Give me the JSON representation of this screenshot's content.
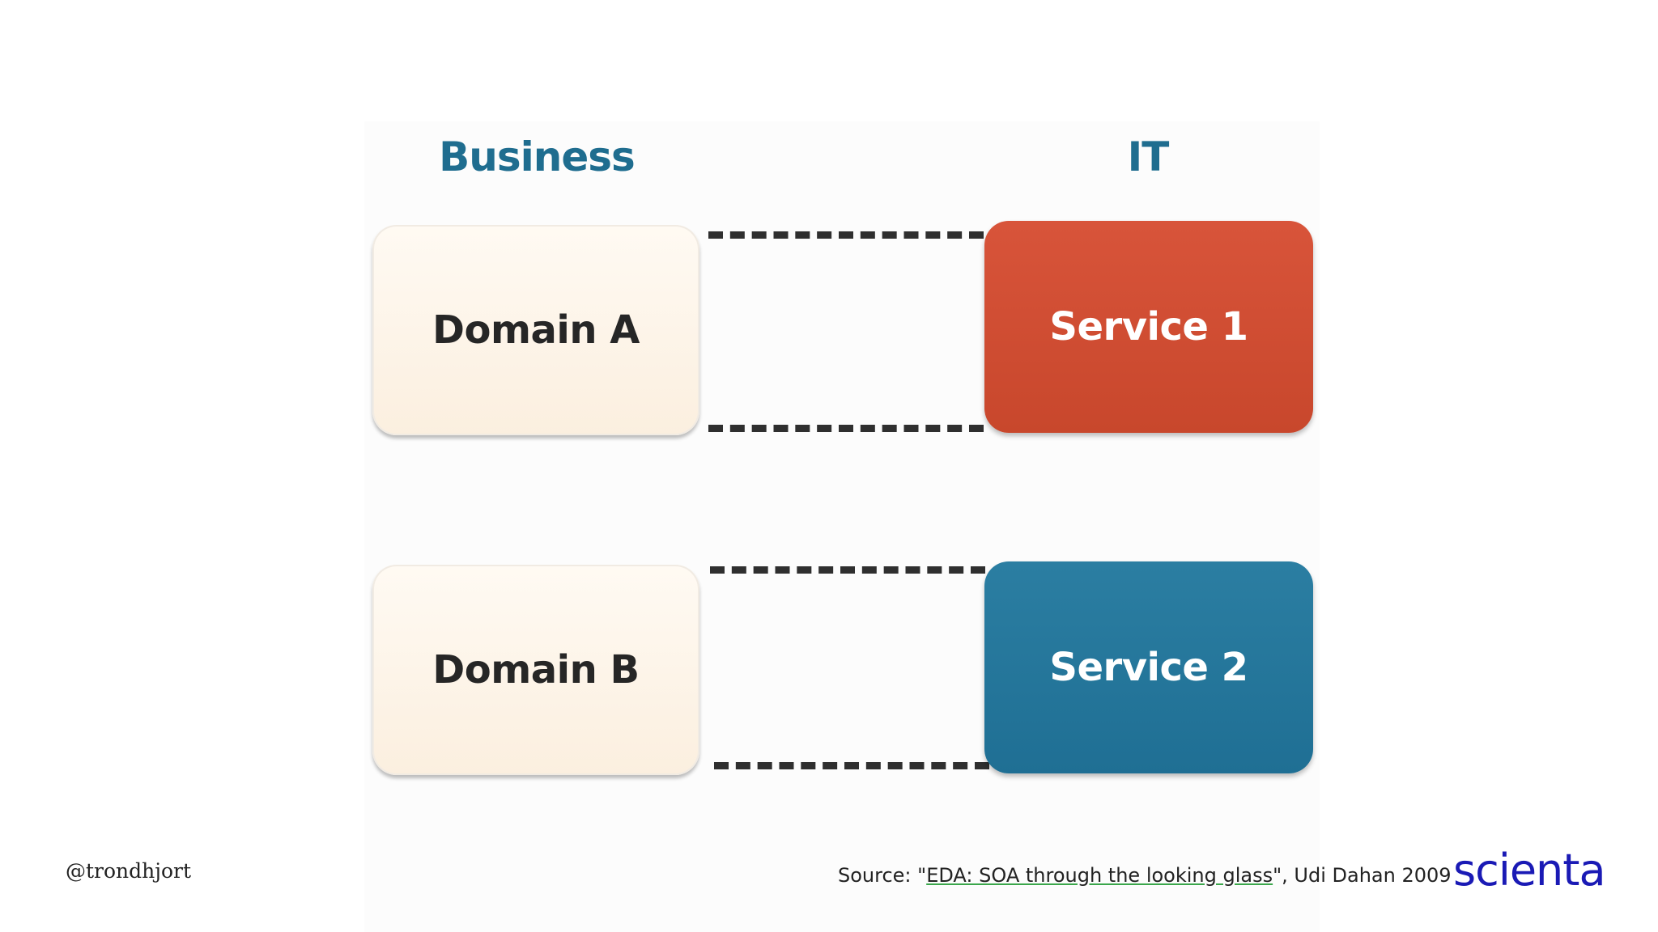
{
  "headings": {
    "business": "Business",
    "it": "IT"
  },
  "domains": [
    {
      "label": "Domain A"
    },
    {
      "label": "Domain B"
    }
  ],
  "services": [
    {
      "label": "Service 1",
      "color": "#cf4b2f"
    },
    {
      "label": "Service 2",
      "color": "#24759b"
    }
  ],
  "footer": {
    "handle": "@trondhjort",
    "source_prefix": "Source: \"",
    "source_link": "EDA: SOA through the looking glass",
    "source_suffix": "\", Udi Dahan 2009",
    "logo": "scienta"
  },
  "colors": {
    "heading": "#1f6d8f",
    "logo": "#1a1ab5",
    "dash": "#2f2f2f"
  }
}
